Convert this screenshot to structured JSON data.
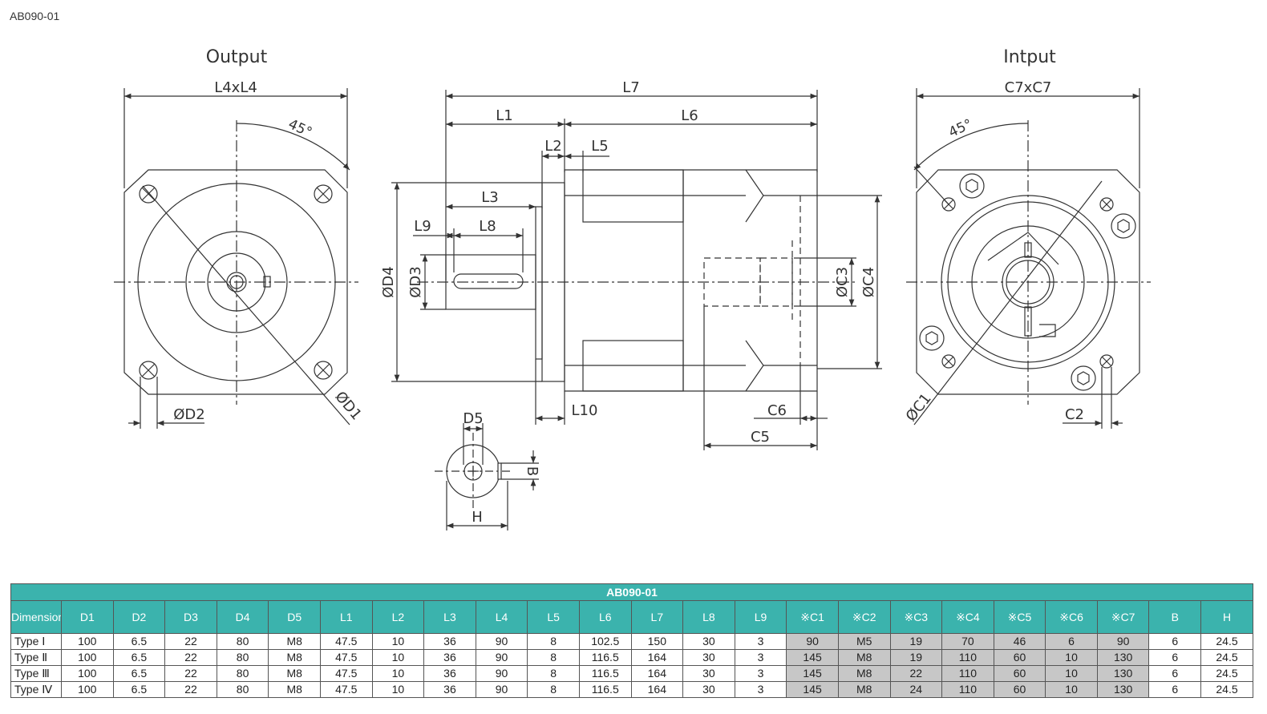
{
  "page_title": "AB090-01",
  "views": {
    "output_title": "Output",
    "input_title": "Intput"
  },
  "labels": {
    "L4xL4": "L4xL4",
    "C7xC7": "C7xC7",
    "angle_out": "45°",
    "angle_in": "45°",
    "D2": "ØD2",
    "D1": "ØD1",
    "C1": "ØC1",
    "C2": "C2",
    "L7": "L7",
    "L1": "L1",
    "L6": "L6",
    "L2": "L2",
    "L5": "L5",
    "L3": "L3",
    "L9": "L9",
    "L8": "L8",
    "D4": "ØD4",
    "D3": "ØD3",
    "C3": "ØC3",
    "C4": "ØC4",
    "L10": "L10",
    "C6": "C6",
    "C5": "C5",
    "D5": "D5",
    "B": "B",
    "H": "H"
  },
  "table": {
    "title": "AB090-01",
    "first_header": "Dimension",
    "columns": [
      "D1",
      "D2",
      "D3",
      "D4",
      "D5",
      "L1",
      "L2",
      "L3",
      "L4",
      "L5",
      "L6",
      "L7",
      "L8",
      "L9",
      "※C1",
      "※C2",
      "※C3",
      "※C4",
      "※C5",
      "※C6",
      "※C7",
      "B",
      "H"
    ],
    "rows": [
      {
        "type": "Type Ⅰ",
        "values": [
          "100",
          "6.5",
          "22",
          "80",
          "M8",
          "47.5",
          "10",
          "36",
          "90",
          "8",
          "102.5",
          "150",
          "30",
          "3",
          "90",
          "M5",
          "19",
          "70",
          "46",
          "6",
          "90",
          "6",
          "24.5"
        ]
      },
      {
        "type": "Type Ⅱ",
        "values": [
          "100",
          "6.5",
          "22",
          "80",
          "M8",
          "47.5",
          "10",
          "36",
          "90",
          "8",
          "116.5",
          "164",
          "30",
          "3",
          "145",
          "M8",
          "19",
          "110",
          "60",
          "10",
          "130",
          "6",
          "24.5"
        ]
      },
      {
        "type": "Type Ⅲ",
        "values": [
          "100",
          "6.5",
          "22",
          "80",
          "M8",
          "47.5",
          "10",
          "36",
          "90",
          "8",
          "116.5",
          "164",
          "30",
          "3",
          "145",
          "M8",
          "22",
          "110",
          "60",
          "10",
          "130",
          "6",
          "24.5"
        ]
      },
      {
        "type": "Type Ⅳ",
        "values": [
          "100",
          "6.5",
          "22",
          "80",
          "M8",
          "47.5",
          "10",
          "36",
          "90",
          "8",
          "116.5",
          "164",
          "30",
          "3",
          "145",
          "M8",
          "24",
          "110",
          "60",
          "10",
          "130",
          "6",
          "24.5"
        ]
      }
    ]
  }
}
